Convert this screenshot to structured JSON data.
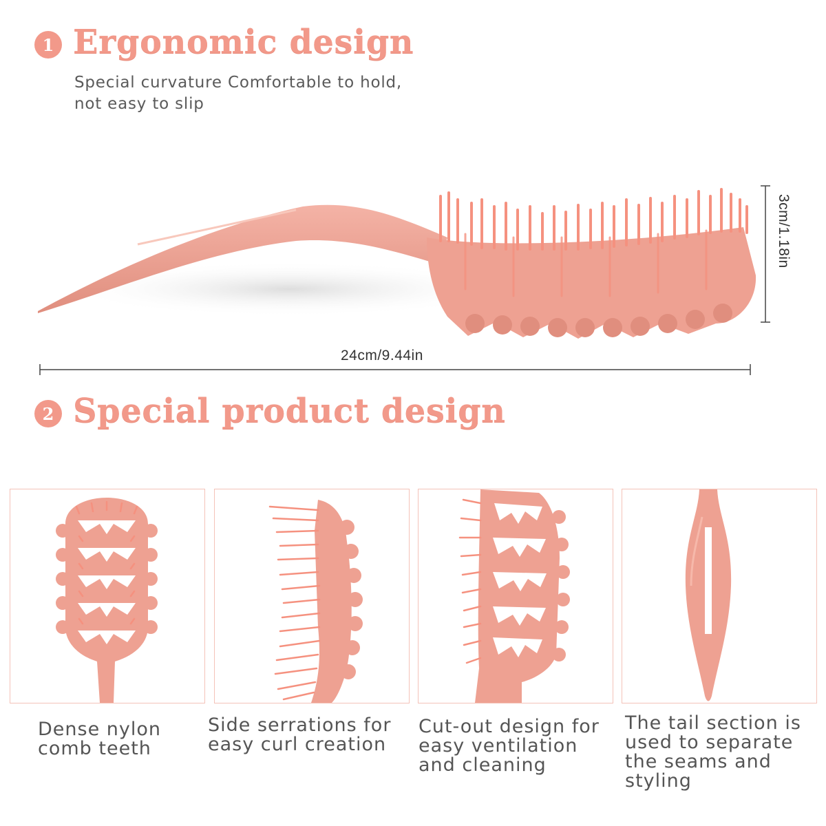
{
  "section1": {
    "number": "1",
    "title": "Ergonomic design",
    "description": [
      "Special curvature Comfortable to hold,",
      "not easy to slip"
    ]
  },
  "dimensions": {
    "length": "24cm/9.44in",
    "height": "3cm/1.18in"
  },
  "section2": {
    "number": "2",
    "title": "Special product design"
  },
  "features": [
    {
      "caption": [
        "Dense nylon",
        "comb teeth"
      ],
      "icon": "comb-teeth-closeup"
    },
    {
      "caption": [
        "Side serrations for",
        "easy curl creation"
      ],
      "icon": "side-serrations-closeup"
    },
    {
      "caption": [
        "Cut-out design for",
        "easy ventilation",
        "and cleaning"
      ],
      "icon": "cutout-closeup"
    },
    {
      "caption": [
        "The tail section is",
        "used to separate",
        "the seams and",
        "styling"
      ],
      "icon": "tail-closeup"
    }
  ],
  "colors": {
    "accent": "#f2998a",
    "product": "#eea192",
    "bristle": "#f5917f"
  }
}
